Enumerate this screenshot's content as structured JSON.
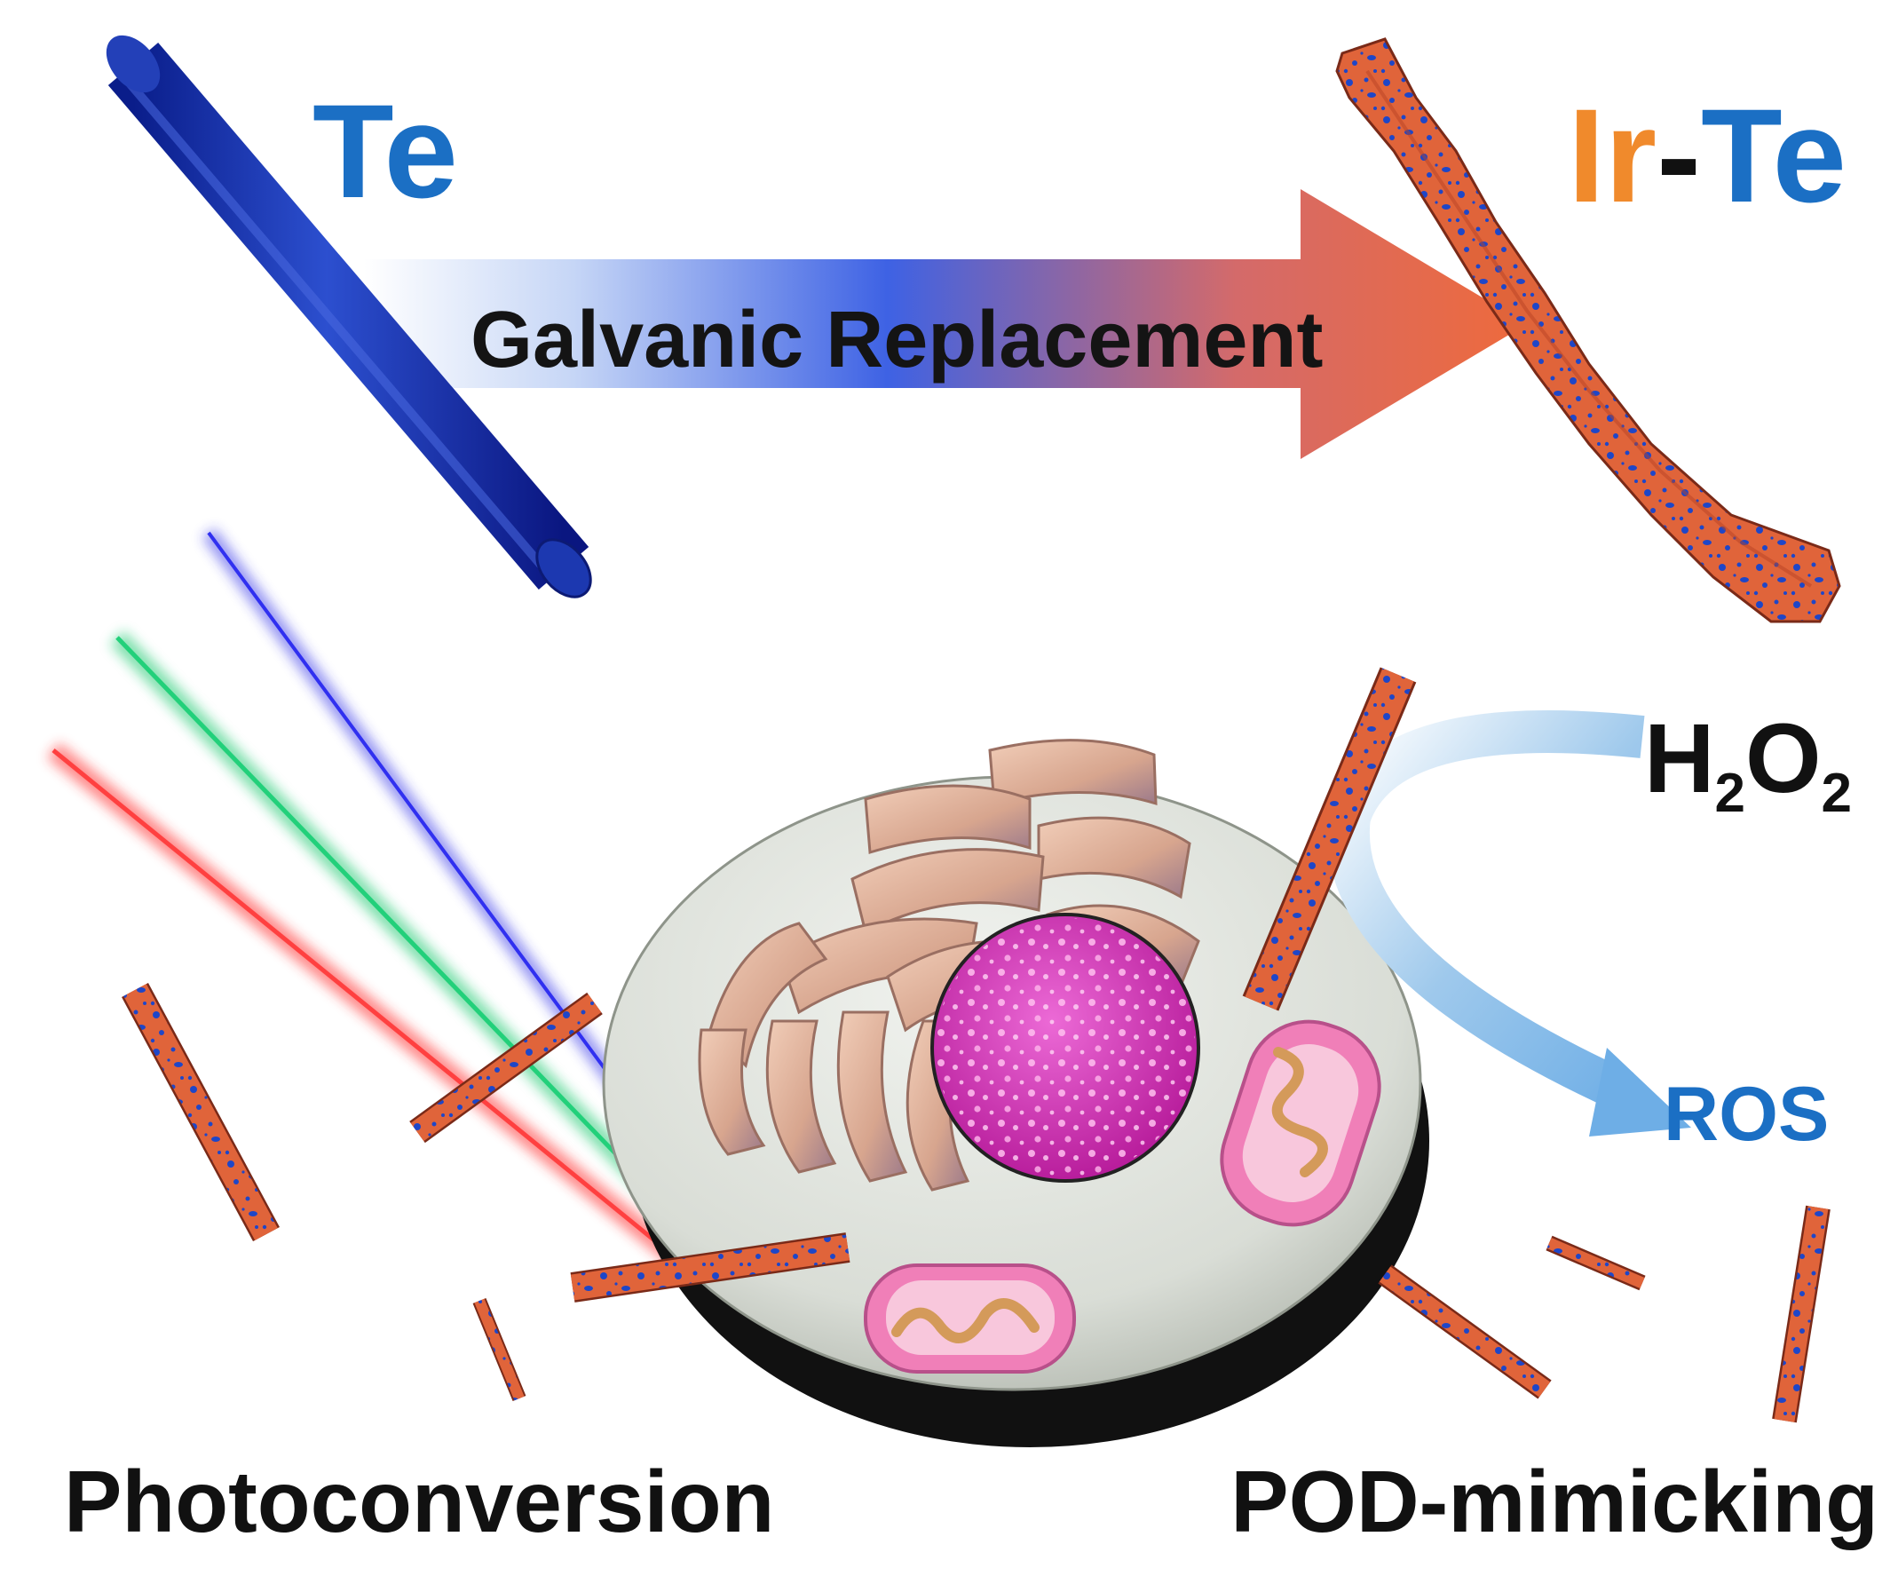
{
  "labels": {
    "te": "Te",
    "ir": "Ir",
    "dash": "-",
    "te_product": "Te",
    "process": "Galvanic Replacement",
    "reactant_h": "H",
    "reactant_sub1": "2",
    "reactant_o": "O",
    "reactant_sub2": "2",
    "product": "ROS",
    "left_caption": "Photoconversion",
    "right_caption": "POD-mimicking"
  },
  "colors": {
    "te_blue": "#1b6fc4",
    "ir_orange": "#f08a2c",
    "arrow_orange": "#ee6a3c",
    "rod_orange": "#e0643a",
    "rod_blue": "#1e46c8",
    "laser_red": "#ff2a2a",
    "laser_green": "#1ec86e",
    "laser_blue": "#2a2ae6",
    "cell_gray": "#d8dcd6",
    "nucleus_pink": "#d63ab8",
    "organelle_peach": "#e2b39b",
    "mitochondria_pink": "#f07fb8"
  },
  "icons": [
    "te-nanorod",
    "ir-te-nanorod",
    "reaction-arrow",
    "laser-beams",
    "cell",
    "nucleus",
    "golgi-apparatus",
    "mitochondrion",
    "curved-arrow"
  ]
}
